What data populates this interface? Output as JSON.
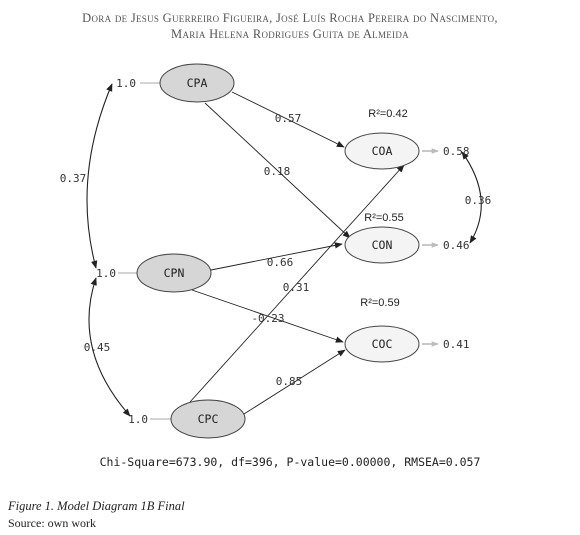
{
  "header": {
    "line1": "Dora de Jesus Guerreiro Figueira, José Luís Rocha Pereira do Nascimento,",
    "line2": "Maria Helena Rodrigues Guita de Almeida"
  },
  "nodes": {
    "cpa": "CPA",
    "cpn": "CPN",
    "cpc": "CPC",
    "coa": "COA",
    "con": "CON",
    "coc": "COC"
  },
  "variances": {
    "cpa": "1.0",
    "cpn": "1.0",
    "cpc": "1.0"
  },
  "errors": {
    "coa": "0.58",
    "con": "0.46",
    "coc": "0.41"
  },
  "paths": {
    "cpa_coa": "0.57",
    "cpa_con": "0.18",
    "cpn_con": "0.66",
    "cpn_coc": "-0.23",
    "cpc_coa": "0.31",
    "cpc_coc": "0.85"
  },
  "covariances": {
    "cpa_cpn": "0.37",
    "cpn_cpc": "0.45",
    "coa_con": "0.36"
  },
  "r_squared": {
    "coa": "R²=0.42",
    "con": "R²=0.55",
    "coc": "R²=0.59"
  },
  "fit_statistics": "Chi-Square=673.90, df=396, P-value=0.00000, RMSEA=0.057",
  "caption": "Figure 1. Model Diagram 1B Final",
  "source": "Source: own work"
}
